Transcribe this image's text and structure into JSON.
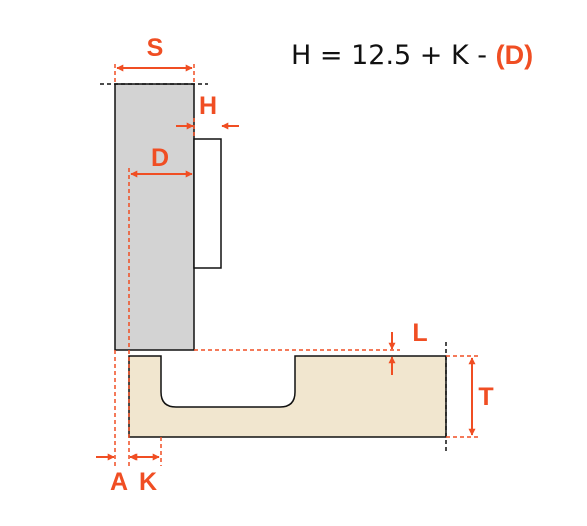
{
  "formula": {
    "text": "H = 12.5 + K - ",
    "highlight": "(D)"
  },
  "labels": {
    "S": "S",
    "H": "H",
    "D": "D",
    "L": "L",
    "T": "T",
    "A": "A",
    "K": "K"
  },
  "colors": {
    "accent": "#f04e23",
    "door": "#d3d3d3",
    "cabinet": "#f1e6cf",
    "outline": "#111111",
    "text": "#111111"
  }
}
